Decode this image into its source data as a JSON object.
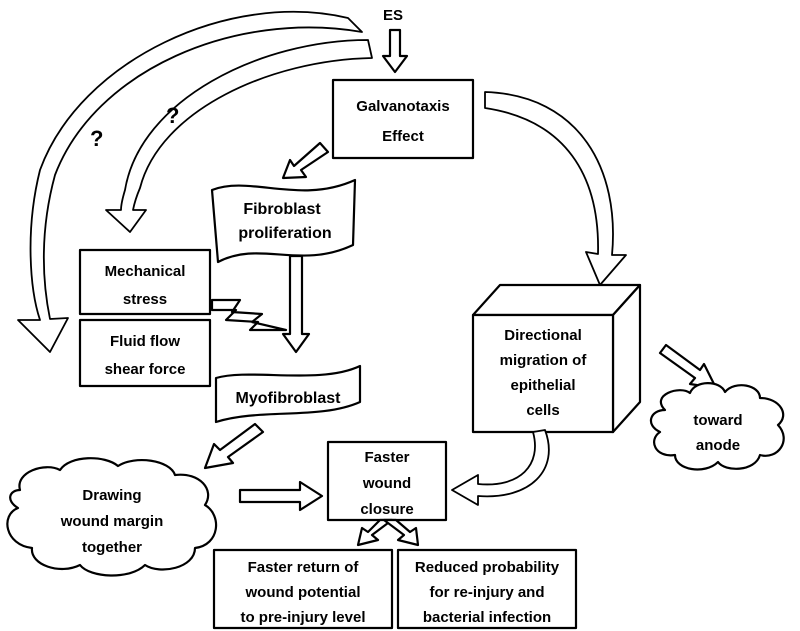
{
  "nodes": {
    "es": "ES",
    "galvanotaxis": [
      "Galvanotaxis",
      "Effect"
    ],
    "fibroblast": [
      "Fibroblast",
      "proliferation"
    ],
    "mechanical": [
      "Mechanical",
      "stress"
    ],
    "fluid": [
      "Fluid flow",
      "shear force"
    ],
    "myofibroblast": "Myofibroblast",
    "directional": [
      "Directional",
      "migration of",
      "epithelial",
      "cells"
    ],
    "anode": [
      "toward",
      "anode"
    ],
    "faster_closure": [
      "Faster",
      "wound",
      "closure"
    ],
    "drawing": [
      "Drawing",
      "wound margin",
      "together"
    ],
    "return": [
      "Faster return of",
      "wound potential",
      "to pre-injury level"
    ],
    "reduced": [
      "Reduced probability",
      "for re-injury and",
      "bacterial infection"
    ]
  },
  "unknown_marks": [
    "?",
    "?"
  ]
}
